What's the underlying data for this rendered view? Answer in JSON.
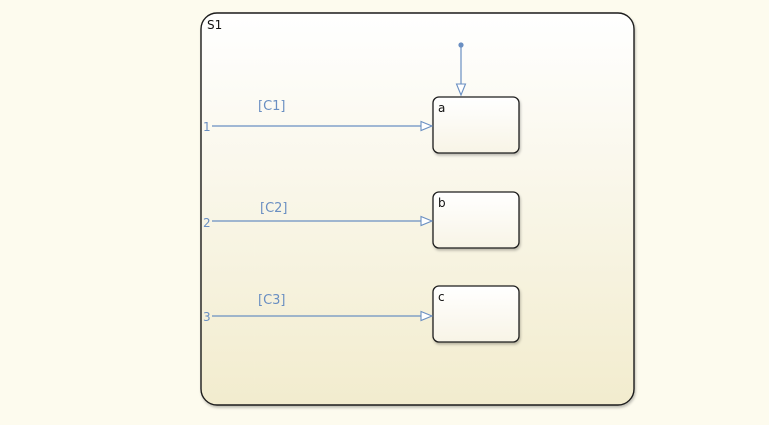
{
  "diagram": {
    "superstate": {
      "label": "S1"
    },
    "substates": [
      {
        "label": "a"
      },
      {
        "label": "b"
      },
      {
        "label": "c"
      }
    ],
    "entry_ports": [
      {
        "label": "1"
      },
      {
        "label": "2"
      },
      {
        "label": "3"
      }
    ],
    "transitions": [
      {
        "condition": "[C1]"
      },
      {
        "condition": "[C2]"
      },
      {
        "condition": "[C3]"
      }
    ]
  },
  "colors": {
    "background": "#fdfbee",
    "transition_line": "#6a8fc2",
    "state_border": "#222222",
    "superstate_fill_top": "#ffffff",
    "superstate_fill_bottom": "#f3edcf"
  }
}
